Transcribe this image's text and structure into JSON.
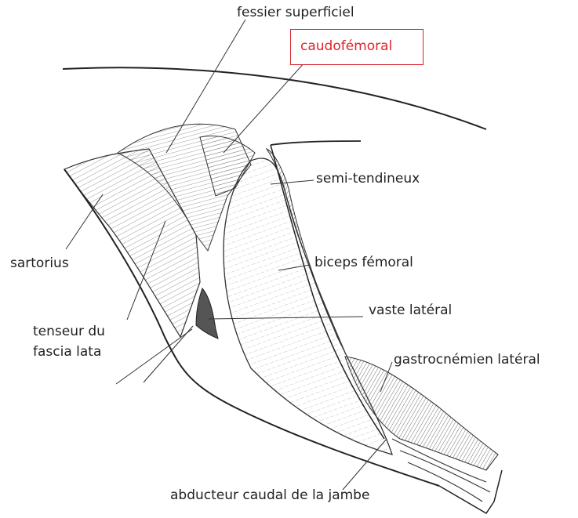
{
  "figure": {
    "labels": {
      "fessier_superficiel": "fessier superficiel",
      "caudofemoral": "caudofémoral",
      "semi_tendineux": "semi-tendineux",
      "sartorius": "sartorius",
      "biceps_femoral": "biceps fémoral",
      "vaste_lateral": "vaste latéral",
      "tenseur_line1": "tenseur du",
      "tenseur_line2": "fascia lata",
      "gastrocnemien_lateral": "gastrocnémien latéral",
      "abducteur": "abducteur caudal de la jambe"
    },
    "colors": {
      "highlight": "#e0242b",
      "ink": "#222222",
      "background": "#ffffff"
    }
  }
}
